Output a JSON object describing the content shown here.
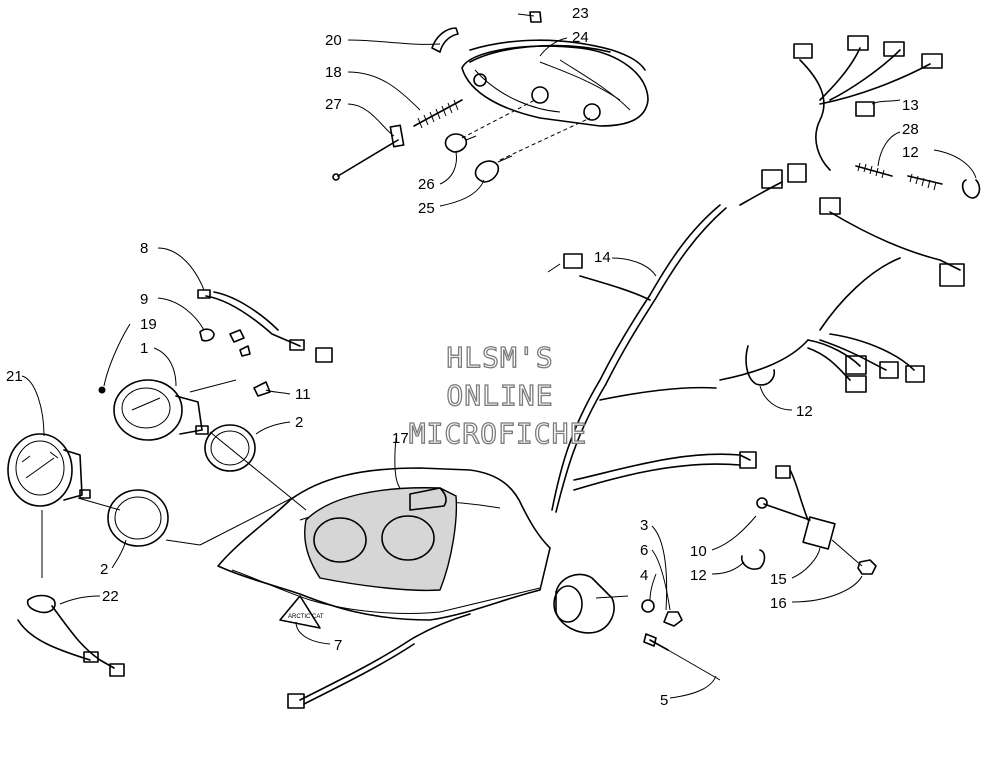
{
  "watermark": {
    "line1": "HLSM'S",
    "line2": "ONLINE",
    "line3": "MICROFICHE"
  },
  "decal_text": "ARCTIC CAT",
  "callouts": {
    "c1": "1",
    "c2a": "2",
    "c2b": "2",
    "c3": "3",
    "c4": "4",
    "c5": "5",
    "c6": "6",
    "c7": "7",
    "c8": "8",
    "c9": "9",
    "c10": "10",
    "c11": "11",
    "c12a": "12",
    "c12b": "12",
    "c12c": "12",
    "c13": "13",
    "c14": "14",
    "c15": "15",
    "c16": "16",
    "c17": "17",
    "c18": "18",
    "c19": "19",
    "c20": "20",
    "c21": "21",
    "c22": "22",
    "c23": "23",
    "c24": "24",
    "c25": "25",
    "c26": "26",
    "c27": "27",
    "c28": "28"
  }
}
